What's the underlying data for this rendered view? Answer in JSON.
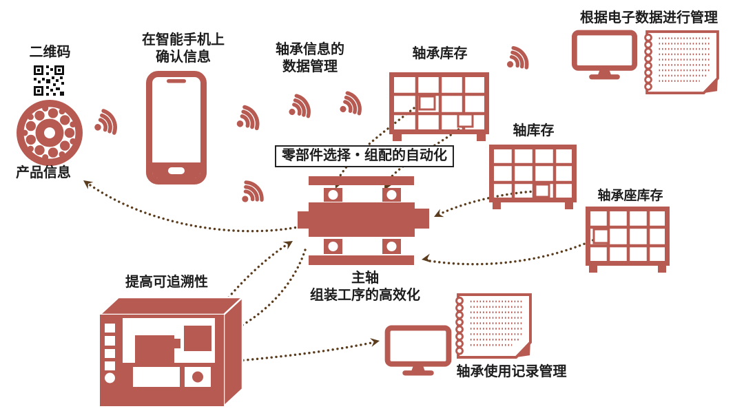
{
  "colors": {
    "brand_red": "#b75a52",
    "arrow_brown": "#5b3d1e",
    "text": "#1c1c1c",
    "box_border": "#222222",
    "qr_black": "#111111",
    "background": "#ffffff"
  },
  "labels": {
    "qr_code": "二维码",
    "product_info": "产品信息",
    "smartphone_line1": "在智能手机上",
    "smartphone_line2": "确认信息",
    "bearing_data_line1": "轴承信息的",
    "bearing_data_line2": "数据管理",
    "bearing_stock": "轴承库存",
    "electronic_data": "根据电子数据进行管理",
    "automation": "零部件选择・组配的自动化",
    "shaft_stock": "轴库存",
    "housing_stock": "轴承座库存",
    "spindle_line1": "主轴",
    "spindle_line2": "组装工序的高效化",
    "traceability": "提高可追溯性",
    "usage_record": "轴承使用记录管理"
  },
  "icons": {
    "qr_code": "qr-code",
    "bearing": "ball-bearing",
    "wifi": "wireless-signal",
    "smartphone": "smartphone",
    "rack": "storage-rack",
    "monitor": "computer-monitor",
    "notebook": "record-sheet",
    "spindle": "spindle-assembly",
    "machine": "machine-tool",
    "arrow": "dotted-arrow"
  }
}
